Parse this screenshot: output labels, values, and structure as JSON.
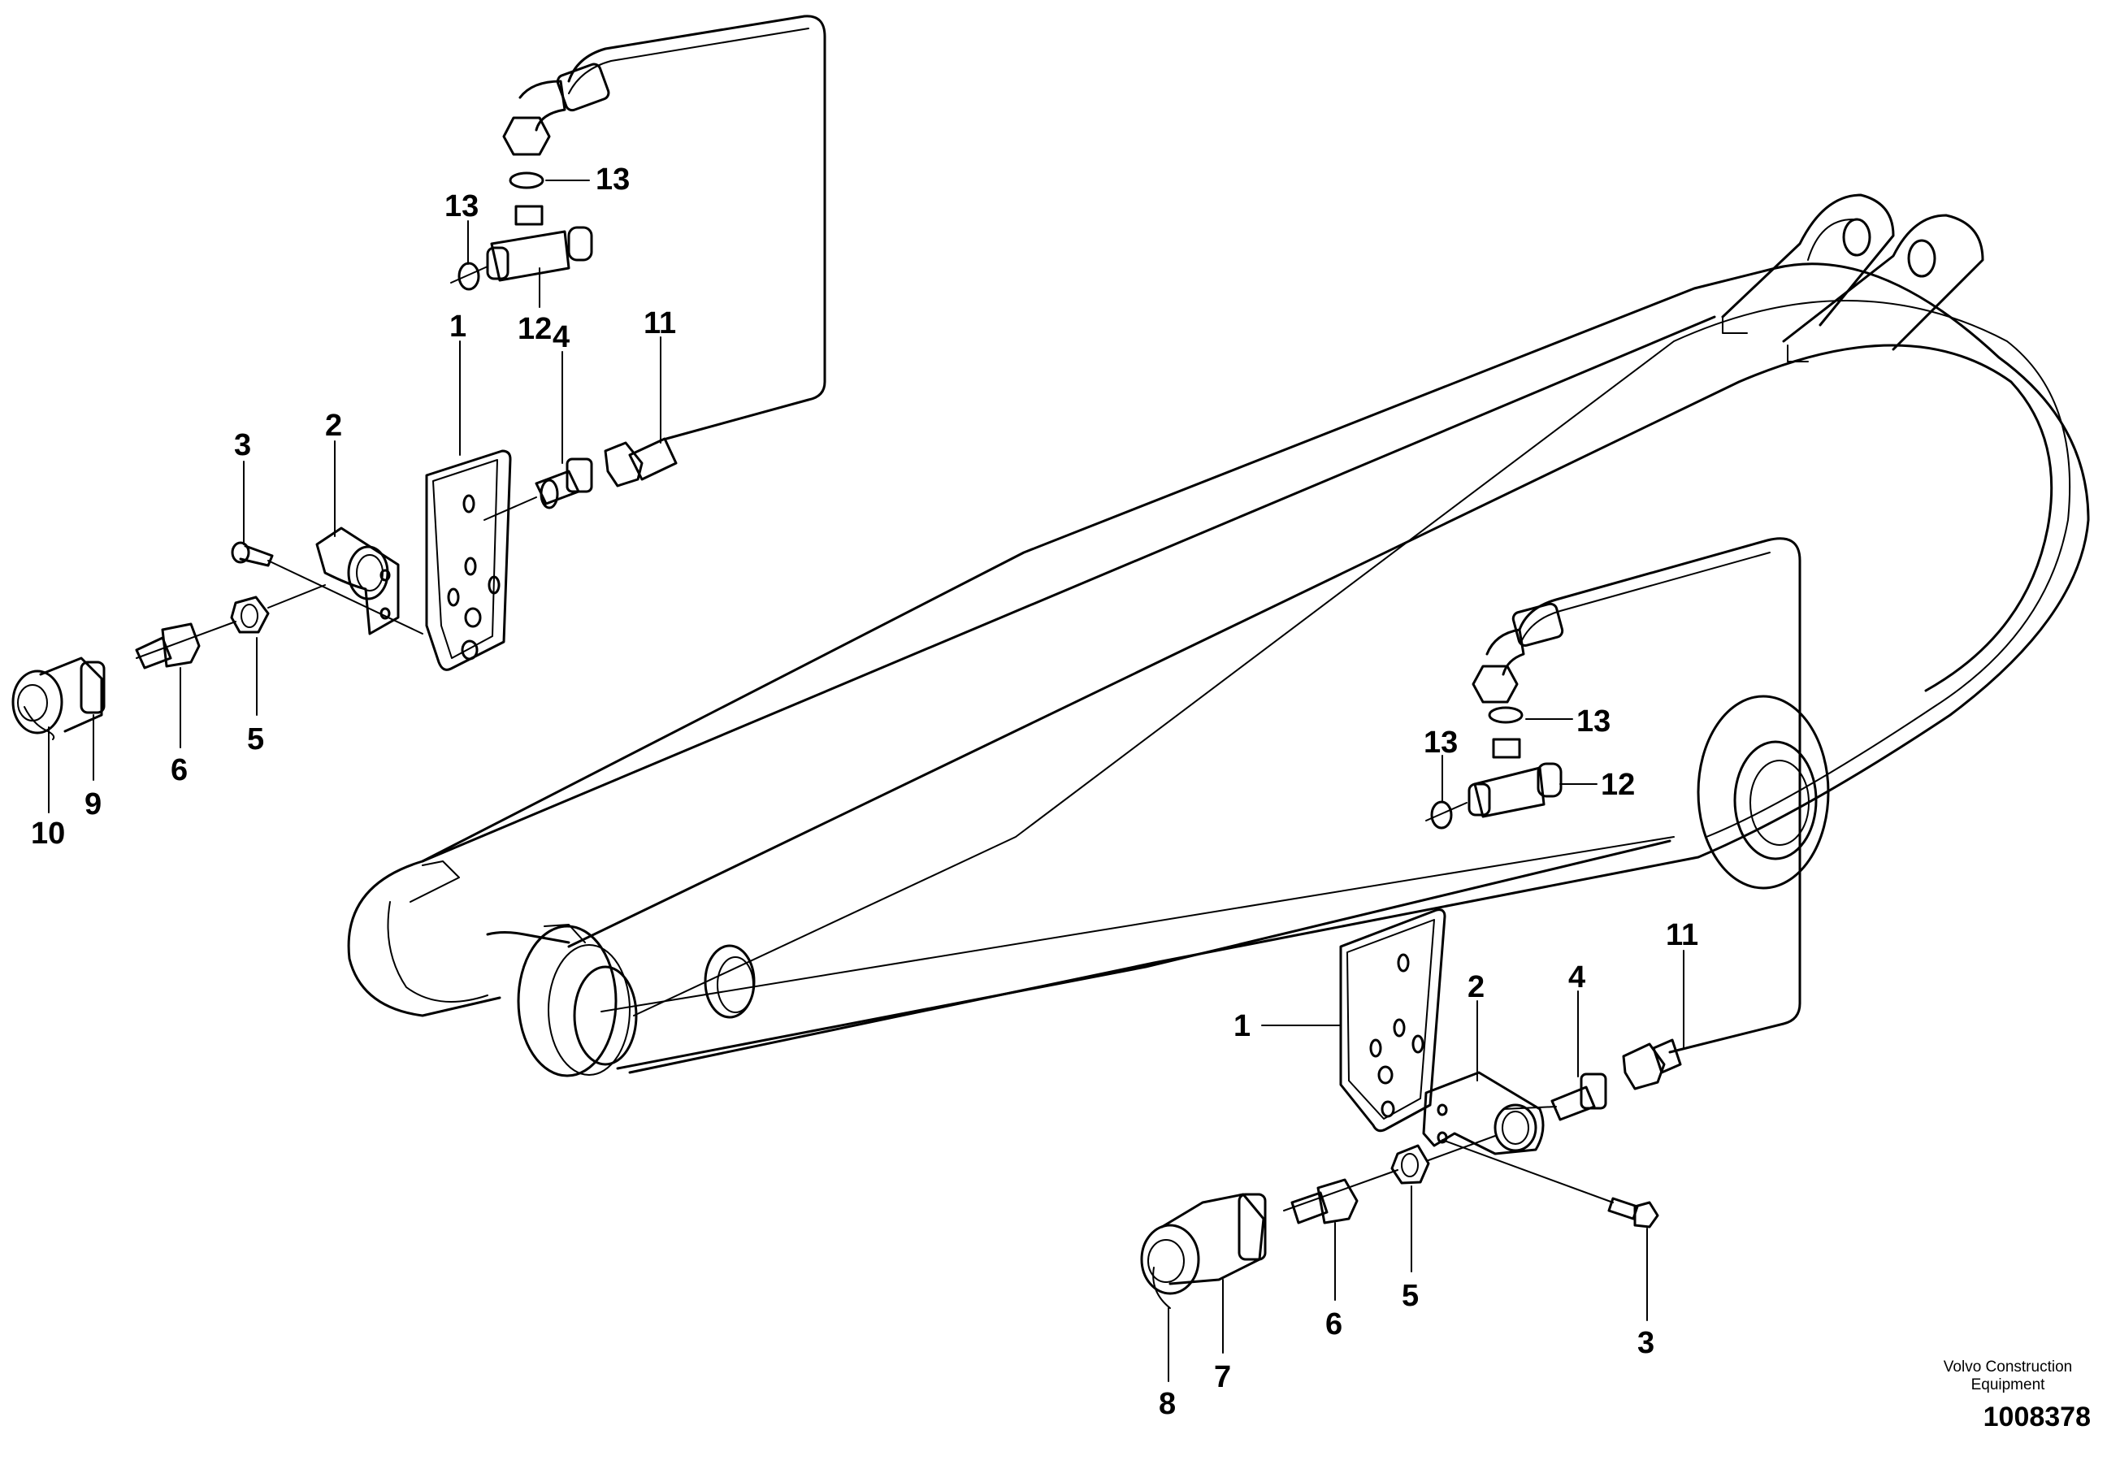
{
  "diagram": {
    "callouts": {
      "upper": {
        "c1": "1",
        "c2": "2",
        "c3": "3",
        "c4": "4",
        "c5": "5",
        "c6": "6",
        "c9": "9",
        "c10": "10",
        "c11": "11",
        "c12": "12",
        "c13a": "13",
        "c13b": "13"
      },
      "lower": {
        "c1": "1",
        "c2": "2",
        "c3": "3",
        "c4": "4",
        "c5": "5",
        "c6": "6",
        "c7": "7",
        "c8": "8",
        "c11": "11",
        "c12": "12",
        "c13a": "13",
        "c13b": "13"
      }
    }
  },
  "footer": {
    "company_line1": "Volvo Construction",
    "company_line2": "Equipment",
    "document_number": "1008378"
  }
}
